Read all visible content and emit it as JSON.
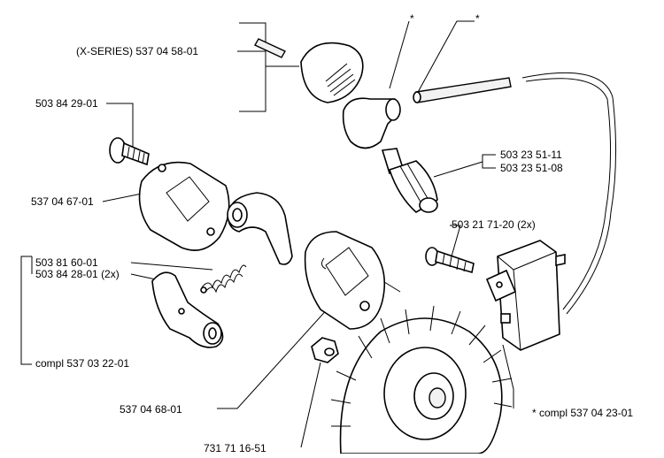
{
  "labels": {
    "x_series": "(X-SERIES) 537 04 58-01",
    "star1": "*",
    "star2": "*",
    "p503842901": "503 84 29-01",
    "p503235111": "503 23 51-11",
    "p503235108": "503 23 51-08",
    "p537046701": "537 04 67-01",
    "p503217120": "503 21 71-20 (2x)",
    "p503816001": "503 81 60-01",
    "p503842801": "503 84 28-01 (2x)",
    "compl537032201": "compl 537 03 22-01",
    "p537046801": "537 04 68-01",
    "compl537042301": "* compl 537 04 23-01",
    "p731711651": "731 71 16-51"
  }
}
